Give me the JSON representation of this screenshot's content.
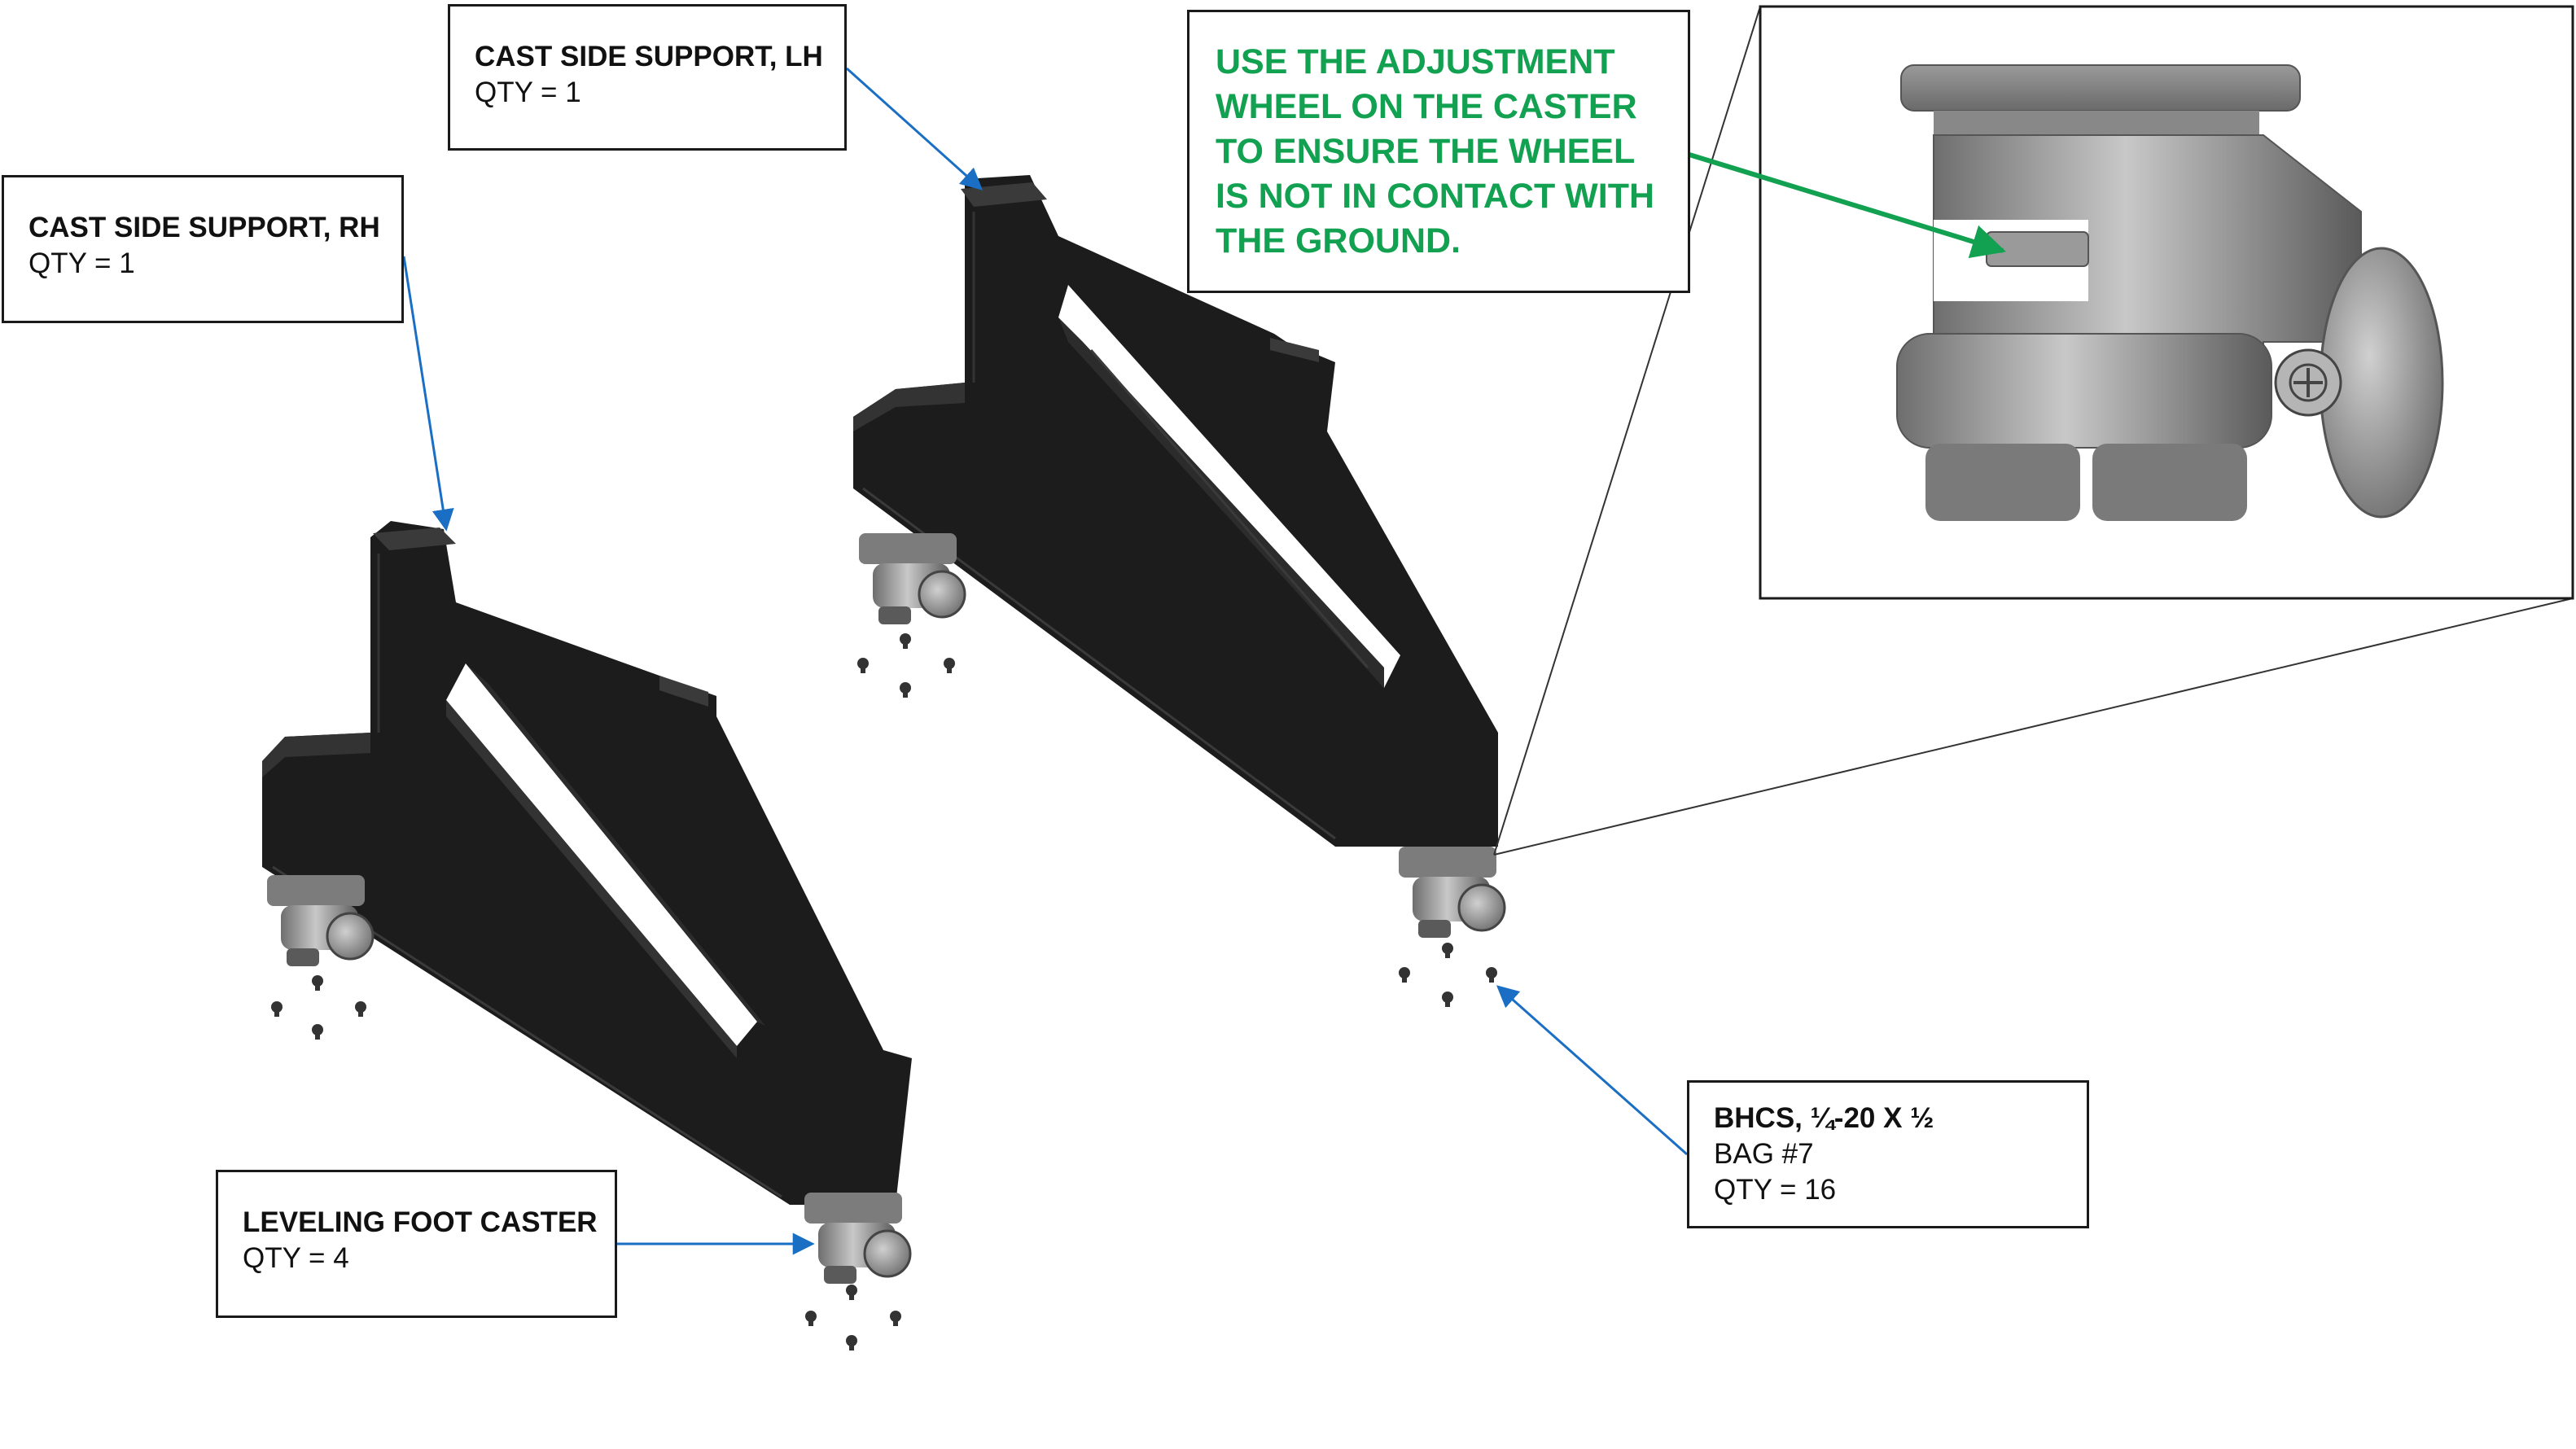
{
  "callouts": {
    "lh": {
      "title": "CAST SIDE SUPPORT, LH",
      "qty": "QTY = 1"
    },
    "rh": {
      "title": "CAST SIDE SUPPORT, RH",
      "qty": "QTY = 1"
    },
    "caster": {
      "title": "LEVELING FOOT CASTER",
      "qty": "QTY = 4"
    },
    "bhcs": {
      "title": "BHCS, ¼-20 X ½",
      "bag": "BAG #7",
      "qty": "QTY = 16"
    }
  },
  "note": {
    "text": "USE THE ADJUSTMENT\nWHEEL ON THE CASTER\nTO ENSURE THE WHEEL\nIS NOT IN CONTACT WITH\nTHE GROUND."
  },
  "colors": {
    "leader_blue": "#1a6fc4",
    "note_green": "#12a150",
    "casting_black": "#1c1c1c",
    "caster_gray": "#8a8a8a"
  }
}
